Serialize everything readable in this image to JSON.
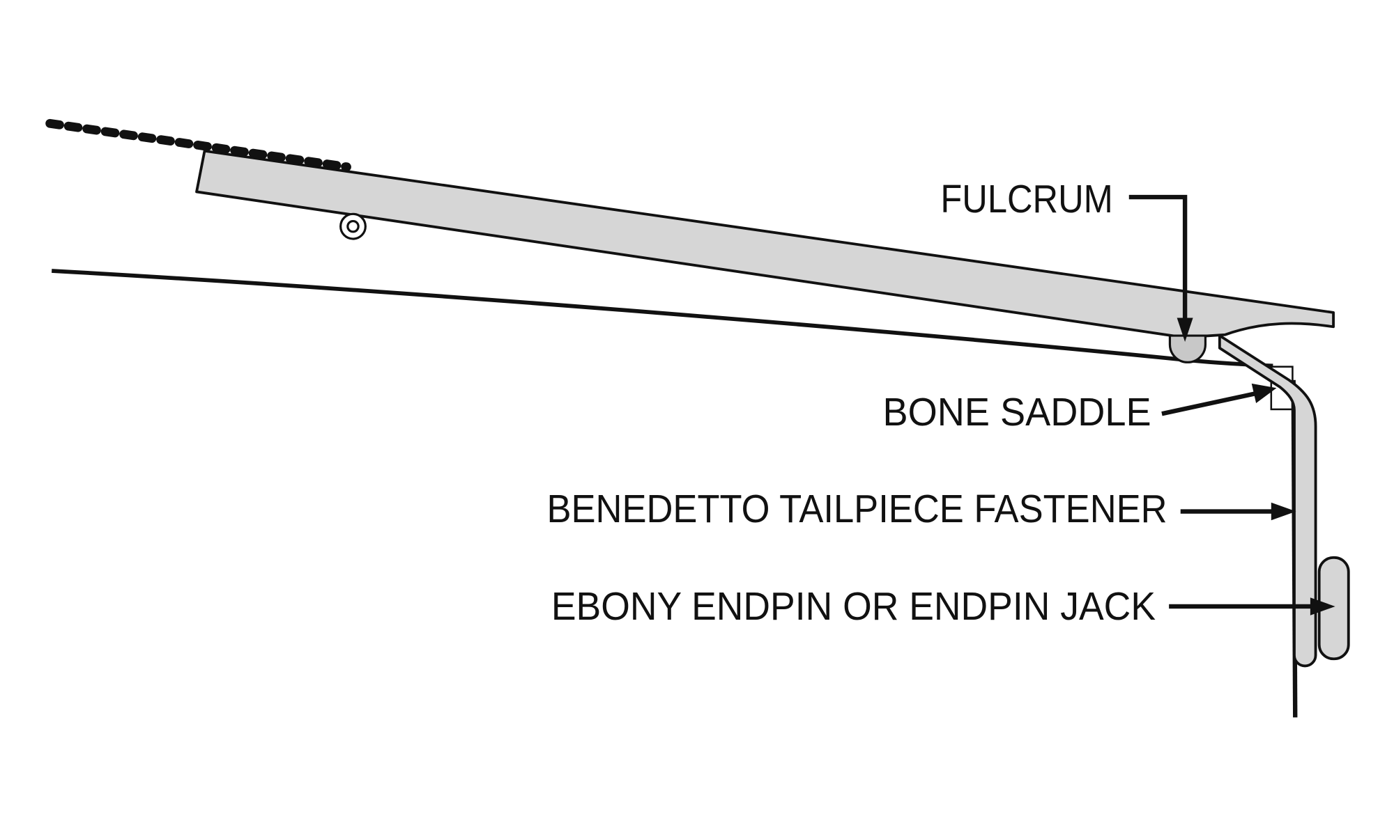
{
  "diagram": {
    "type": "cross-section illustration",
    "subject": "Archtop guitar tailpiece assembly",
    "colors": {
      "background": "#ffffff",
      "stroke": "#111111",
      "fill_gray": "#d6d6d6",
      "fulcrum_fill": "#c8c8c8"
    },
    "labels": [
      {
        "id": "fulcrum",
        "text": "FULCRUM"
      },
      {
        "id": "bone_saddle",
        "text": "BONE SADDLE"
      },
      {
        "id": "fastener",
        "text": "BENEDETTO TAILPIECE FASTENER"
      },
      {
        "id": "endpin",
        "text": "EBONY ENDPIN OR ENDPIN JACK"
      }
    ]
  }
}
